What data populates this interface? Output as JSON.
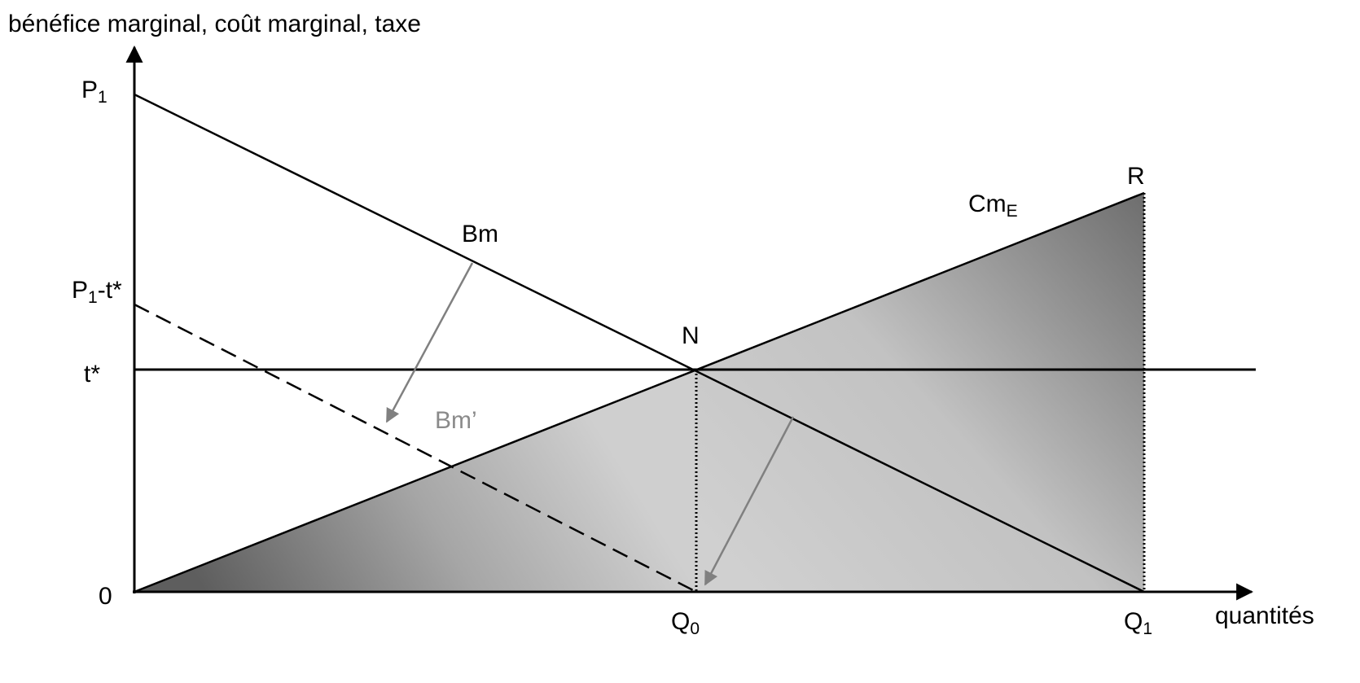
{
  "axes": {
    "y_label": "bénéfice marginal, coût marginal, taxe",
    "x_label": "quantités",
    "origin": "0"
  },
  "y_ticks": {
    "p1": {
      "main": "P",
      "sub": "1"
    },
    "p1_minus_t": {
      "main": "P",
      "sub": "1",
      "suffix": "-t*"
    },
    "t_star": "t*"
  },
  "x_ticks": {
    "q0": {
      "main": "Q",
      "sub": "0"
    },
    "q1": {
      "main": "Q",
      "sub": "1"
    }
  },
  "curves": {
    "bm": "Bm",
    "bm_prime": "Bm’",
    "cme": {
      "main": "Cm",
      "sub": "E"
    }
  },
  "points": {
    "n": "N",
    "r": "R"
  },
  "colors": {
    "line": "#000000",
    "arrow": "#808080",
    "shade_dark": "#6a6a6a",
    "shade_light": "#cfcfcf"
  }
}
